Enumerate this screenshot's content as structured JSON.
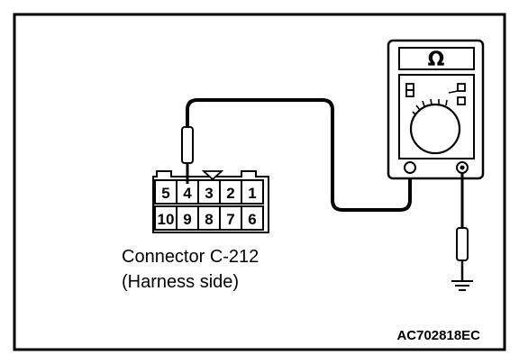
{
  "connector": {
    "name": "Connector C-212",
    "side": "(Harness side)",
    "top_row_pins": [
      "5",
      "4",
      "3",
      "2",
      "1"
    ],
    "bottom_row_pins": [
      "10",
      "9",
      "8",
      "7",
      "6"
    ],
    "probed_pin": "4"
  },
  "meter": {
    "display_symbol": "Ω"
  },
  "figure_code": "AC702818EC",
  "colors": {
    "line": "#000000",
    "background": "#ffffff"
  }
}
